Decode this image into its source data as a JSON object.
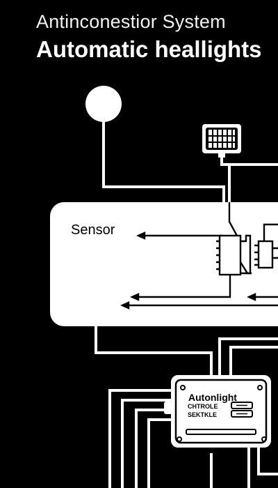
{
  "header": {
    "subtitle": "Antinconestior System",
    "title": "Automatic heallights"
  },
  "diagram": {
    "sensor_label": "Sensor",
    "module": {
      "title": "Autonlight",
      "row1": "CHTROLE",
      "row2": "SEKTKLE"
    }
  },
  "colors": {
    "background": "#000000",
    "panel": "#ffffff",
    "wire": "#ffffff",
    "ink": "#000000"
  }
}
